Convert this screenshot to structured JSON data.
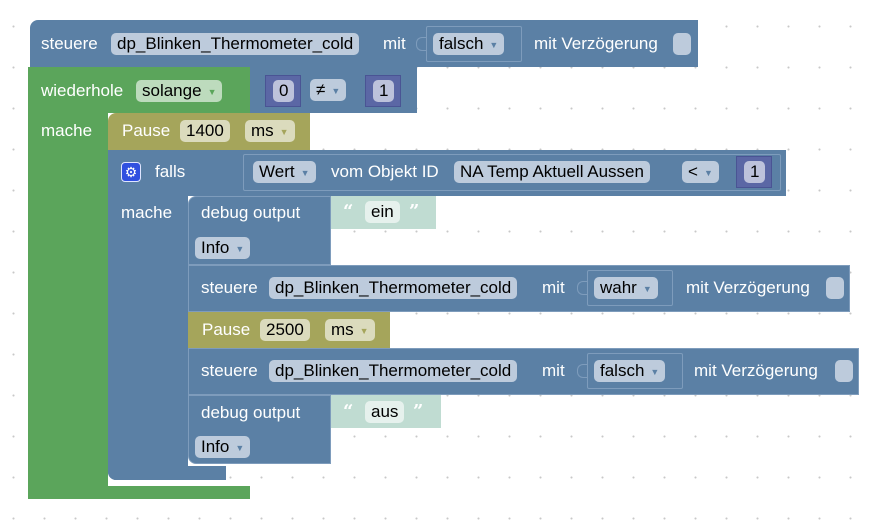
{
  "workspace": {
    "grid": "dotted"
  },
  "colors": {
    "logic_blue": "#5b80a5",
    "loop_green": "#5ba55b",
    "timer_olive": "#a5a55b",
    "text_teal": "#c0dcd2",
    "math_purple": "#5b67a5"
  },
  "block_set_top": {
    "keyword": "steuere",
    "object_id": "dp_Blinken_Thermometer_cold",
    "with_label": "mit",
    "value": "falsch",
    "delay_label": "mit Verzögerung",
    "delay_checked": false
  },
  "loop": {
    "keyword": "wiederhole",
    "mode": "solange",
    "cond_left": "0",
    "operator": "≠",
    "cond_right": "1",
    "do_label": "mache"
  },
  "pause1": {
    "keyword": "Pause",
    "value": "1400",
    "unit": "ms"
  },
  "if_block": {
    "gear_icon": "gear-icon",
    "keyword": "falls",
    "value_field": "Wert",
    "object_label": "vom Objekt ID",
    "object_name": "NA Temp Aktuell Aussen",
    "operator": "<",
    "compare_value": "1",
    "do_label": "mache"
  },
  "debug1": {
    "keyword": "debug output",
    "text": "ein",
    "level": "Info"
  },
  "set_true": {
    "keyword": "steuere",
    "object_id": "dp_Blinken_Thermometer_cold",
    "with_label": "mit",
    "value": "wahr",
    "delay_label": "mit Verzögerung",
    "delay_checked": false
  },
  "pause2": {
    "keyword": "Pause",
    "value": "2500",
    "unit": "ms"
  },
  "set_false": {
    "keyword": "steuere",
    "object_id": "dp_Blinken_Thermometer_cold",
    "with_label": "mit",
    "value": "falsch",
    "delay_label": "mit Verzögerung",
    "delay_checked": false
  },
  "debug2": {
    "keyword": "debug output",
    "text": "aus",
    "level": "Info"
  }
}
